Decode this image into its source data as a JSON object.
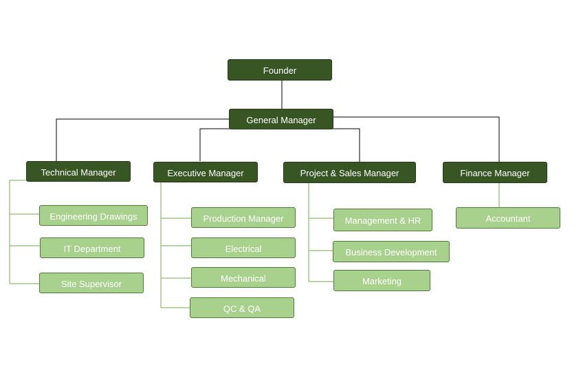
{
  "colors": {
    "manager_fill": "#375623",
    "staff_fill": "#a9d18e",
    "top_connector": "#000000",
    "sub_connector": "#70ad47",
    "text": "#ffffff"
  },
  "founder": {
    "label": "Founder"
  },
  "general_manager": {
    "label": "General Manager"
  },
  "managers": [
    {
      "label": "Technical Manager",
      "reports": [
        "Engineering Drawings",
        "IT Department",
        "Site Supervisor"
      ]
    },
    {
      "label": "Executive Manager",
      "reports": [
        "Production Manager",
        "Electrical",
        "Mechanical",
        "QC & QA"
      ]
    },
    {
      "label": "Project & Sales Manager",
      "reports": [
        "Management & HR",
        "Business Development",
        "Marketing"
      ]
    },
    {
      "label": "Finance Manager",
      "reports": [
        "Accountant"
      ]
    }
  ]
}
